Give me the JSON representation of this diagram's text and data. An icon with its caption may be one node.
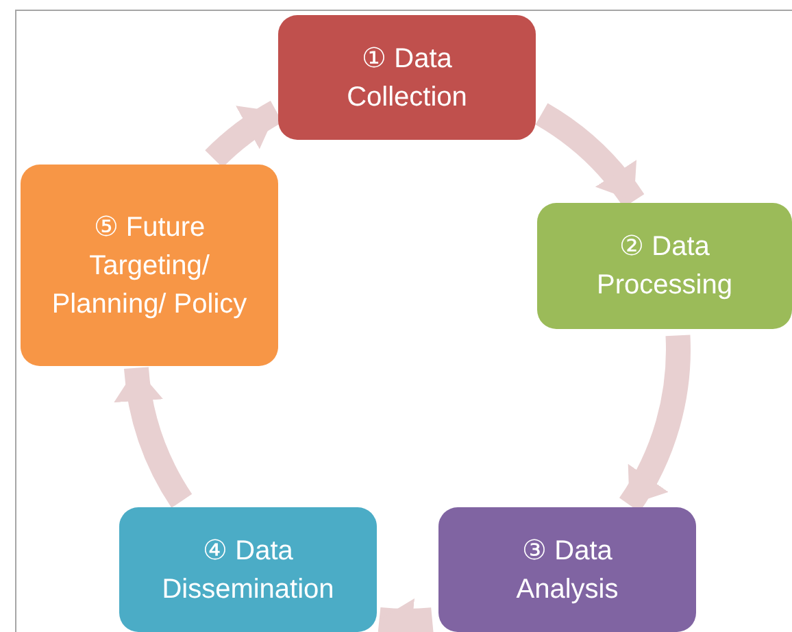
{
  "diagram": {
    "nodes": [
      {
        "text": [
          "① Data Collection"
        ]
      },
      {
        "text": [
          "② Data Processing"
        ]
      },
      {
        "text": [
          "③ Data Analysis"
        ]
      },
      {
        "text": [
          "④ Data Dissemination"
        ]
      },
      {
        "text": [
          "⑤ Future Targeting/ Planning/ Policy"
        ]
      }
    ],
    "edges": [
      {
        "from": 0,
        "to": 1,
        "arrow": "to"
      },
      {
        "from": 1,
        "to": 2,
        "arrow": "to"
      },
      {
        "from": 2,
        "to": 3,
        "arrow": "to"
      },
      {
        "from": 3,
        "to": 4,
        "arrow": "to"
      },
      {
        "from": 4,
        "to": 0,
        "arrow": "to"
      }
    ]
  }
}
